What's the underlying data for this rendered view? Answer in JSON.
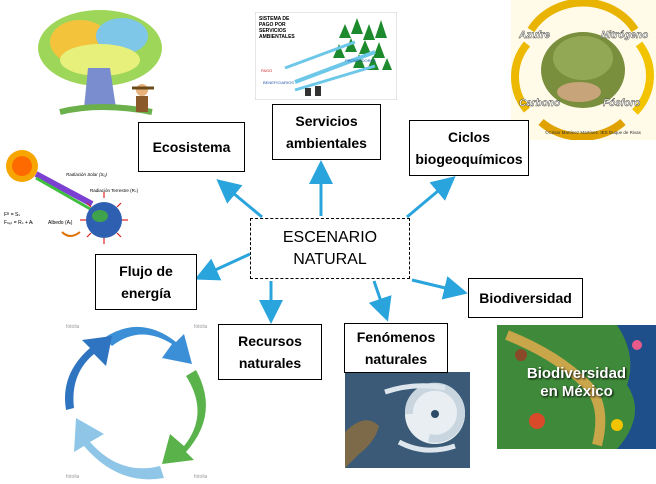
{
  "center": "ESCENARIO\nNATURAL",
  "nodes": {
    "ecosistema": "Ecosistema",
    "servicios": "Servicios\nambientales",
    "ciclos": "Ciclos\nbiogeoquímicos",
    "flujo": "Flujo de\nenergía",
    "recursos": "Recursos\nnaturales",
    "fenomenos": "Fenómenos\nnaturales",
    "biodiversidad": "Biodiversidad"
  },
  "images": {
    "servicios_title": "SISTEMA DE\nPAGO POR\nSERVICIOS\nAMBIENTALES",
    "servicios_beneficiario": "BENEFICIARIOS",
    "servicios_proveedores": "PROVEEDORES",
    "servicios_pago": "PAGO",
    "ciclos_labels": [
      "Azufre",
      "Nitrógeno",
      "Carbono",
      "Fósforo"
    ],
    "ciclos_credit": "©César Martínez Martínez. IES Duque de Rivas",
    "flujo_labels": [
      "Radiación Solar (S₀)",
      "Radiación Terrestre (Rₛ)",
      "Albedo (Aₗ)",
      "Fᴿ = Sₛ",
      "Fₙₑₜ = Rₛ + Aₗ"
    ],
    "biodiv_text": "Biodiversidad\nen México",
    "fotolia": "fotolia"
  },
  "colors": {
    "arrow": "#2aa4dc",
    "recycle": "#3b8fd6",
    "leaf": "#5ab34a"
  }
}
